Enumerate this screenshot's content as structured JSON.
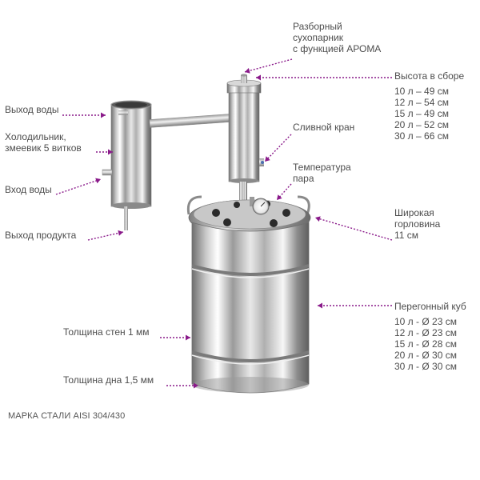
{
  "colors": {
    "accent": "#8a1a8a",
    "text": "#4d4d4d",
    "steel_light": "#f4f4f4",
    "steel_dark": "#6e6e6e",
    "lid_bolt": "#2b2b2b"
  },
  "labels": {
    "steamer": [
      "Разборный",
      "сухопарник",
      "с функцией АРОМА"
    ],
    "height_title": "Высота в сборе",
    "water_out": "Выход воды",
    "cooler": [
      "Холодильник,",
      "змеевик 5 витков"
    ],
    "water_in": "Вход воды",
    "product_out": "Выход продукта",
    "drain": "Сливной кран",
    "temperature": [
      "Температура",
      "пара"
    ],
    "neck": [
      "Широкая",
      "горловина",
      "11 см"
    ],
    "cube_title": "Перегонный куб",
    "wall": "Толщина стен 1 мм",
    "bottom": "Толщина дна 1,5 мм",
    "brand": "МАРКА СТАЛИ AISI 304/430"
  },
  "heights": [
    "10 л – 49 см",
    "12 л – 54 см",
    "15 л – 49 см",
    "20 л – 52 см",
    "30 л – 66 см"
  ],
  "diameters": [
    "10 л - Ø 23 см",
    "12 л - Ø 23 см",
    "15 л - Ø 28 см",
    "20 л - Ø 30 см",
    "30 л - Ø 30 см"
  ]
}
